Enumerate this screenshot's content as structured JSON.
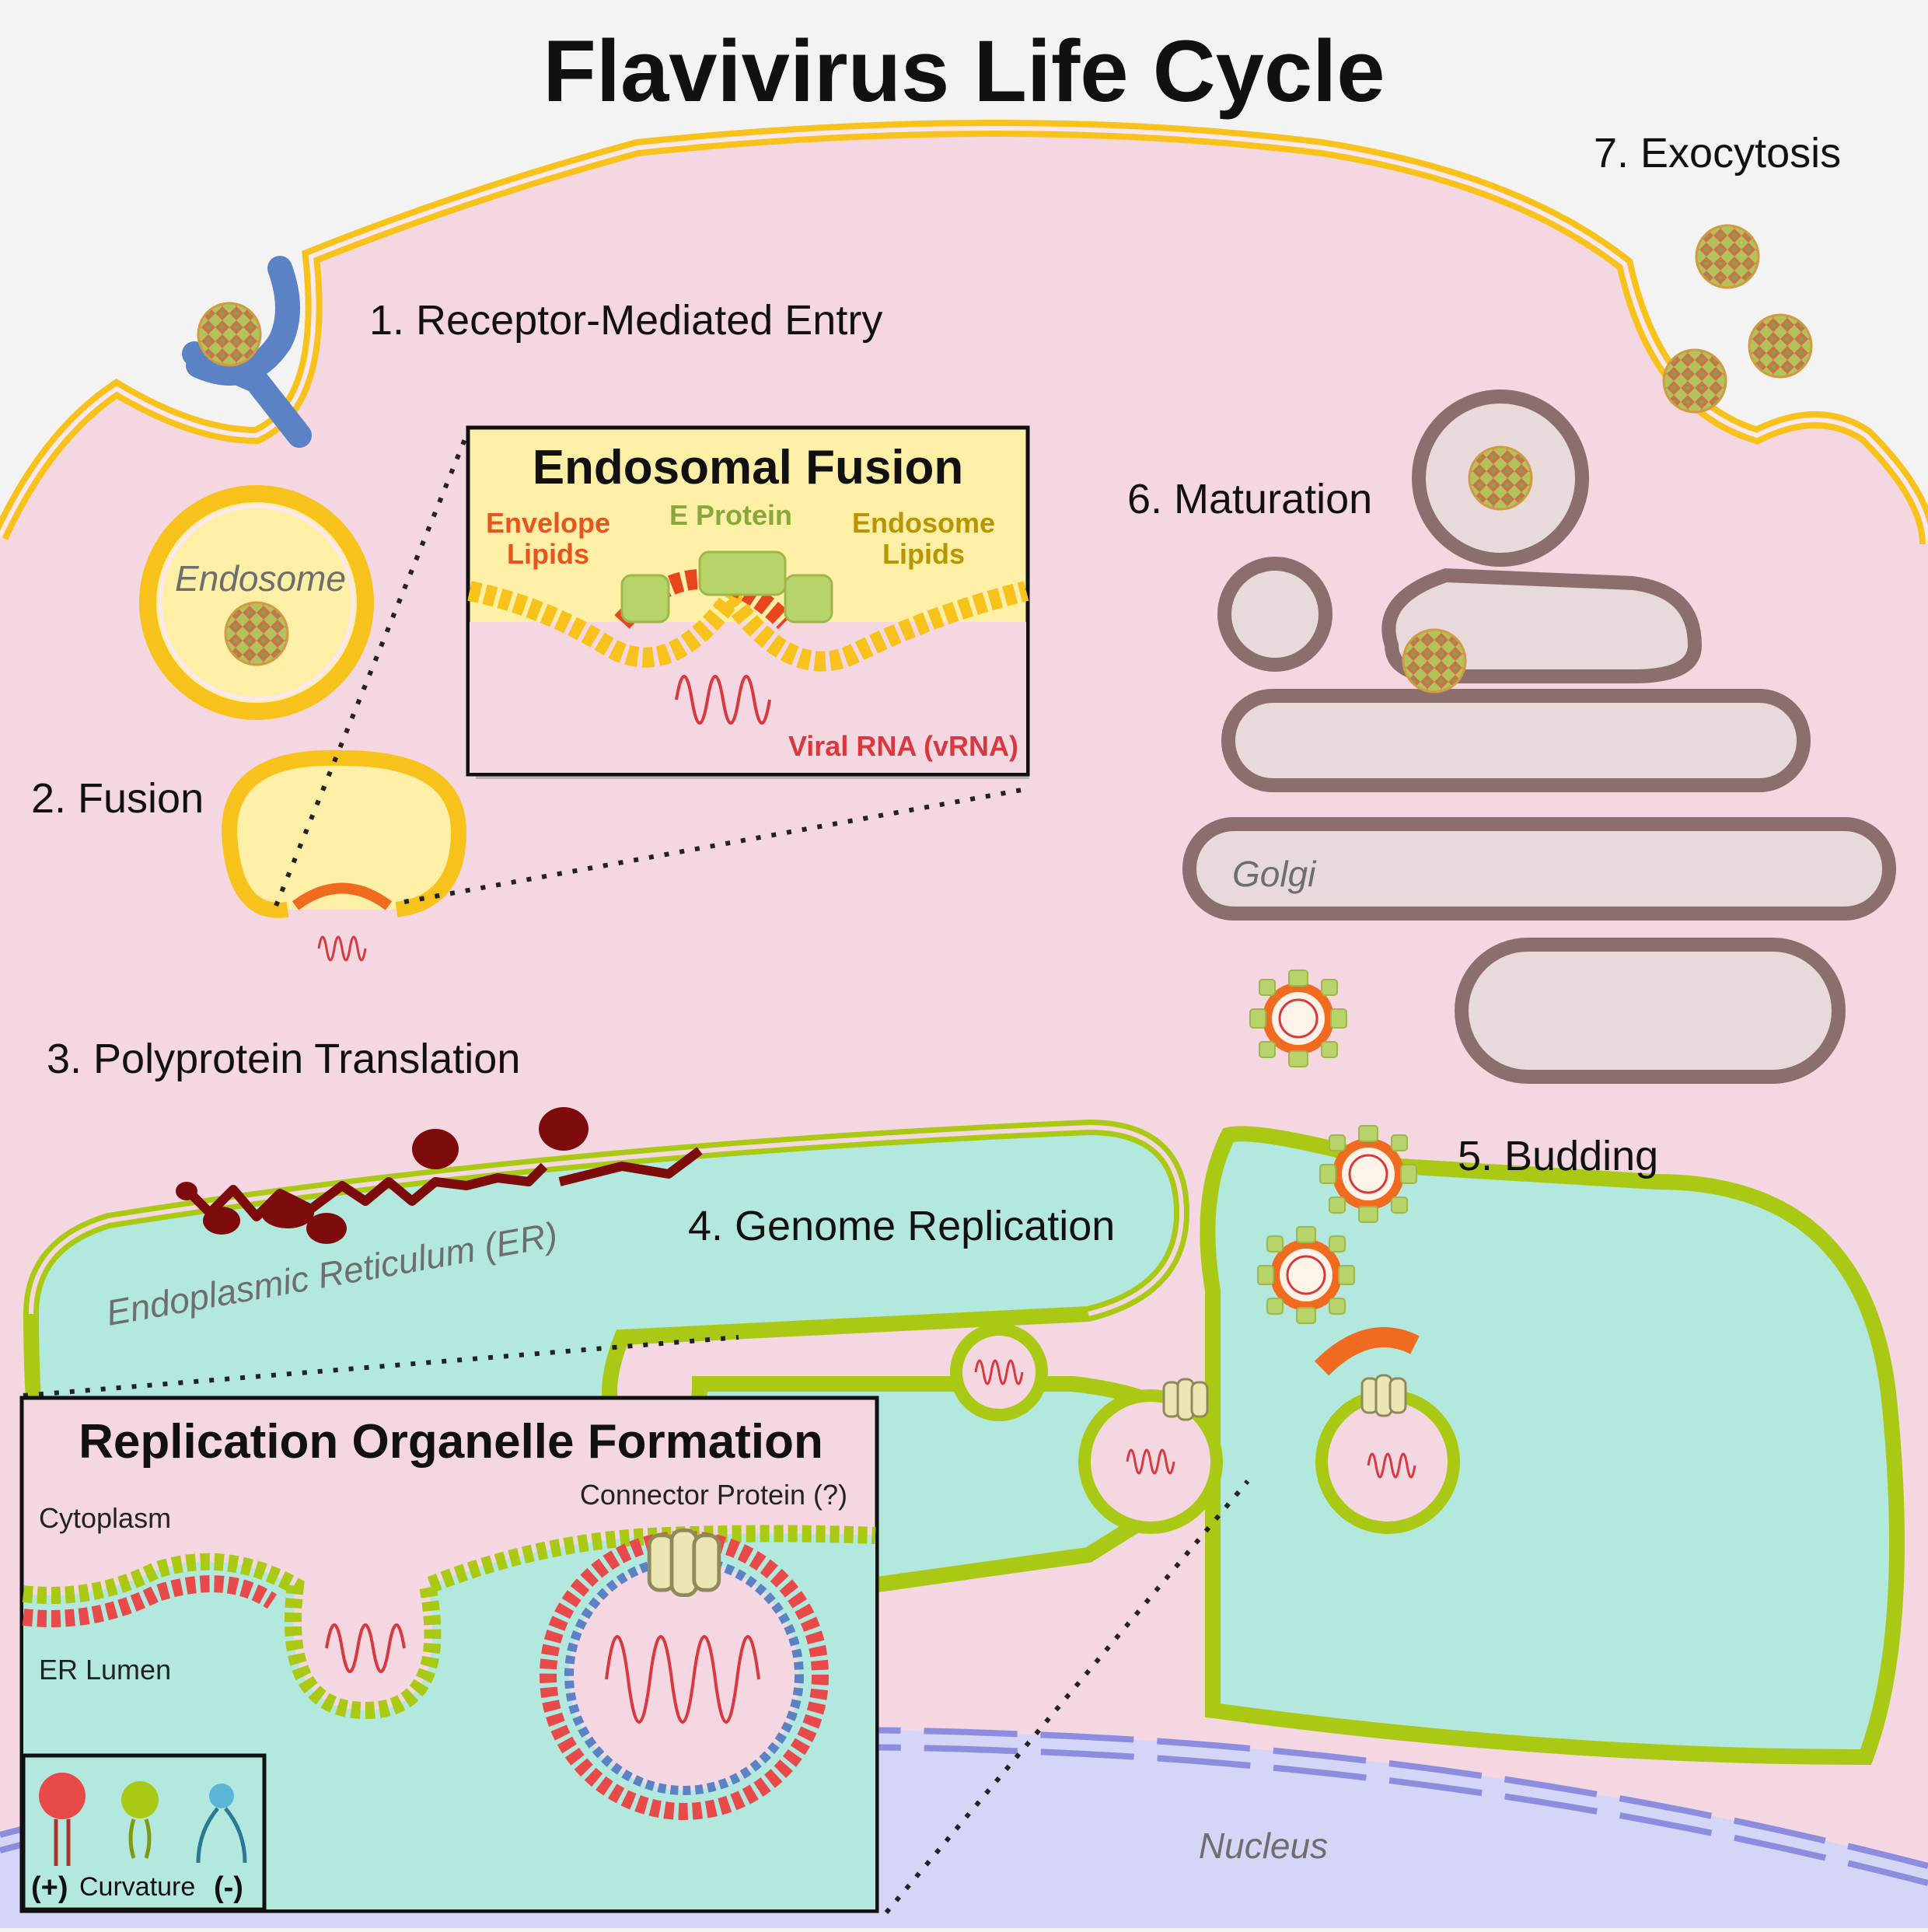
{
  "title": "Flavivirus Life Cycle",
  "steps": {
    "s1": "1. Receptor-Mediated Entry",
    "s2": "2. Fusion",
    "s3": "3. Polyprotein Translation",
    "s4": "4. Genome Replication",
    "s5": "5. Budding",
    "s6": "6. Maturation",
    "s7": "7. Exocytosis"
  },
  "organelles": {
    "endosome": "Endosome",
    "golgi": "Golgi",
    "er": "Endoplasmic Reticulum (ER)",
    "nucleus": "Nucleus"
  },
  "fusion_inset": {
    "title": "Endosomal Fusion",
    "envelope_lipids": [
      "Envelope",
      "Lipids"
    ],
    "e_protein": "E Protein",
    "endosome_lipids": [
      "Endosome",
      "Lipids"
    ],
    "viral_rna": "Viral RNA (vRNA)"
  },
  "replication_inset": {
    "title": "Replication Organelle Formation",
    "cytoplasm": "Cytoplasm",
    "connector": "Connector Protein (?)",
    "er_lumen": "ER Lumen",
    "legend_plus": "(+)",
    "legend_curvature": "Curvature",
    "legend_minus": "(-)"
  },
  "colors": {
    "cytoplasm": "#f4d7e1",
    "membrane_yellow": "#f7c21b",
    "er_green": "#a9c915",
    "er_lumen": "#b3e8df",
    "golgi": "#8b6e6e",
    "nucleus": "#d5d5f7",
    "virus_red": "#e8451d",
    "rna": "#d7393e",
    "polyprotein": "#7d0b0b",
    "receptor": "#5b82c4"
  }
}
